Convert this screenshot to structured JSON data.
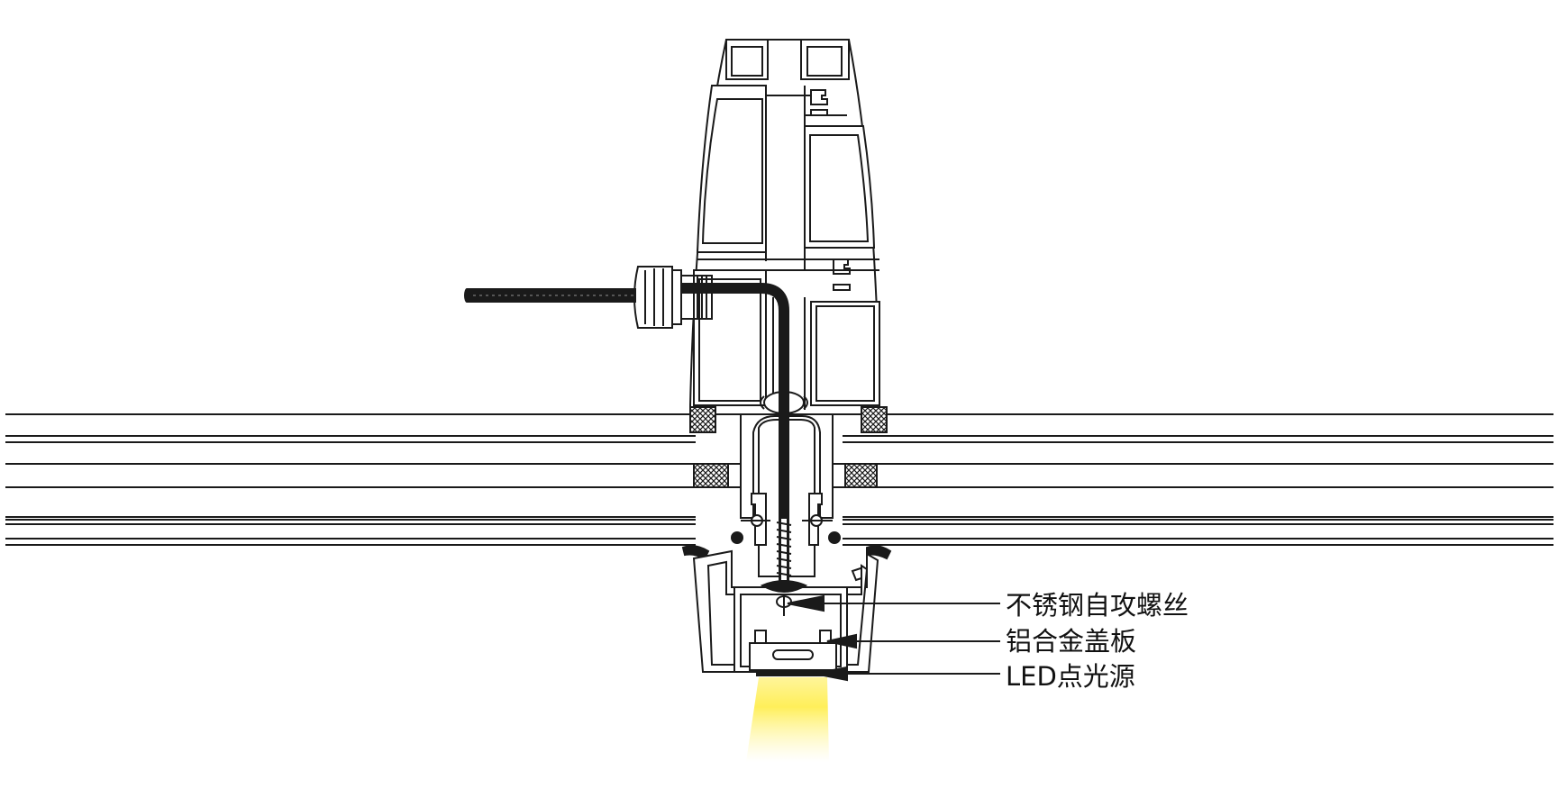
{
  "colors": {
    "line": "#1a1a1a",
    "background": "#ffffff",
    "cable": "#1a1a1a",
    "light_beam": "#fff36b"
  },
  "labels": [
    {
      "id": "screw",
      "text": "不锈钢自攻螺丝"
    },
    {
      "id": "cover",
      "text": "铝合金盖板"
    },
    {
      "id": "led",
      "text": "LED点光源"
    }
  ]
}
